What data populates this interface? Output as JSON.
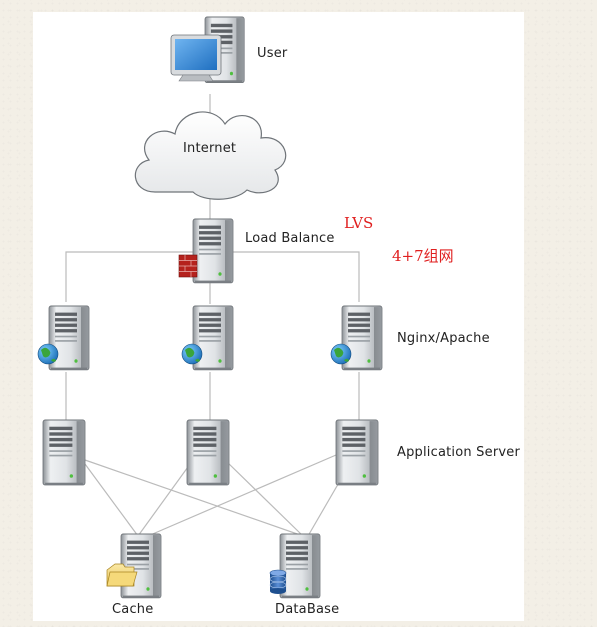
{
  "labels": {
    "user": "User",
    "internet": "Internet",
    "load_balance": "Load Balance",
    "nginx_apache": "Nginx/Apache",
    "application_server": "Application Server",
    "cache": "Cache",
    "database": "DataBase"
  },
  "annotations": {
    "lvs": "LVS",
    "four_plus_seven": "4+7组网"
  },
  "colors": {
    "annotation": "#e01f1f",
    "lines": "#bbbbbb",
    "canvas": "#ffffff"
  }
}
